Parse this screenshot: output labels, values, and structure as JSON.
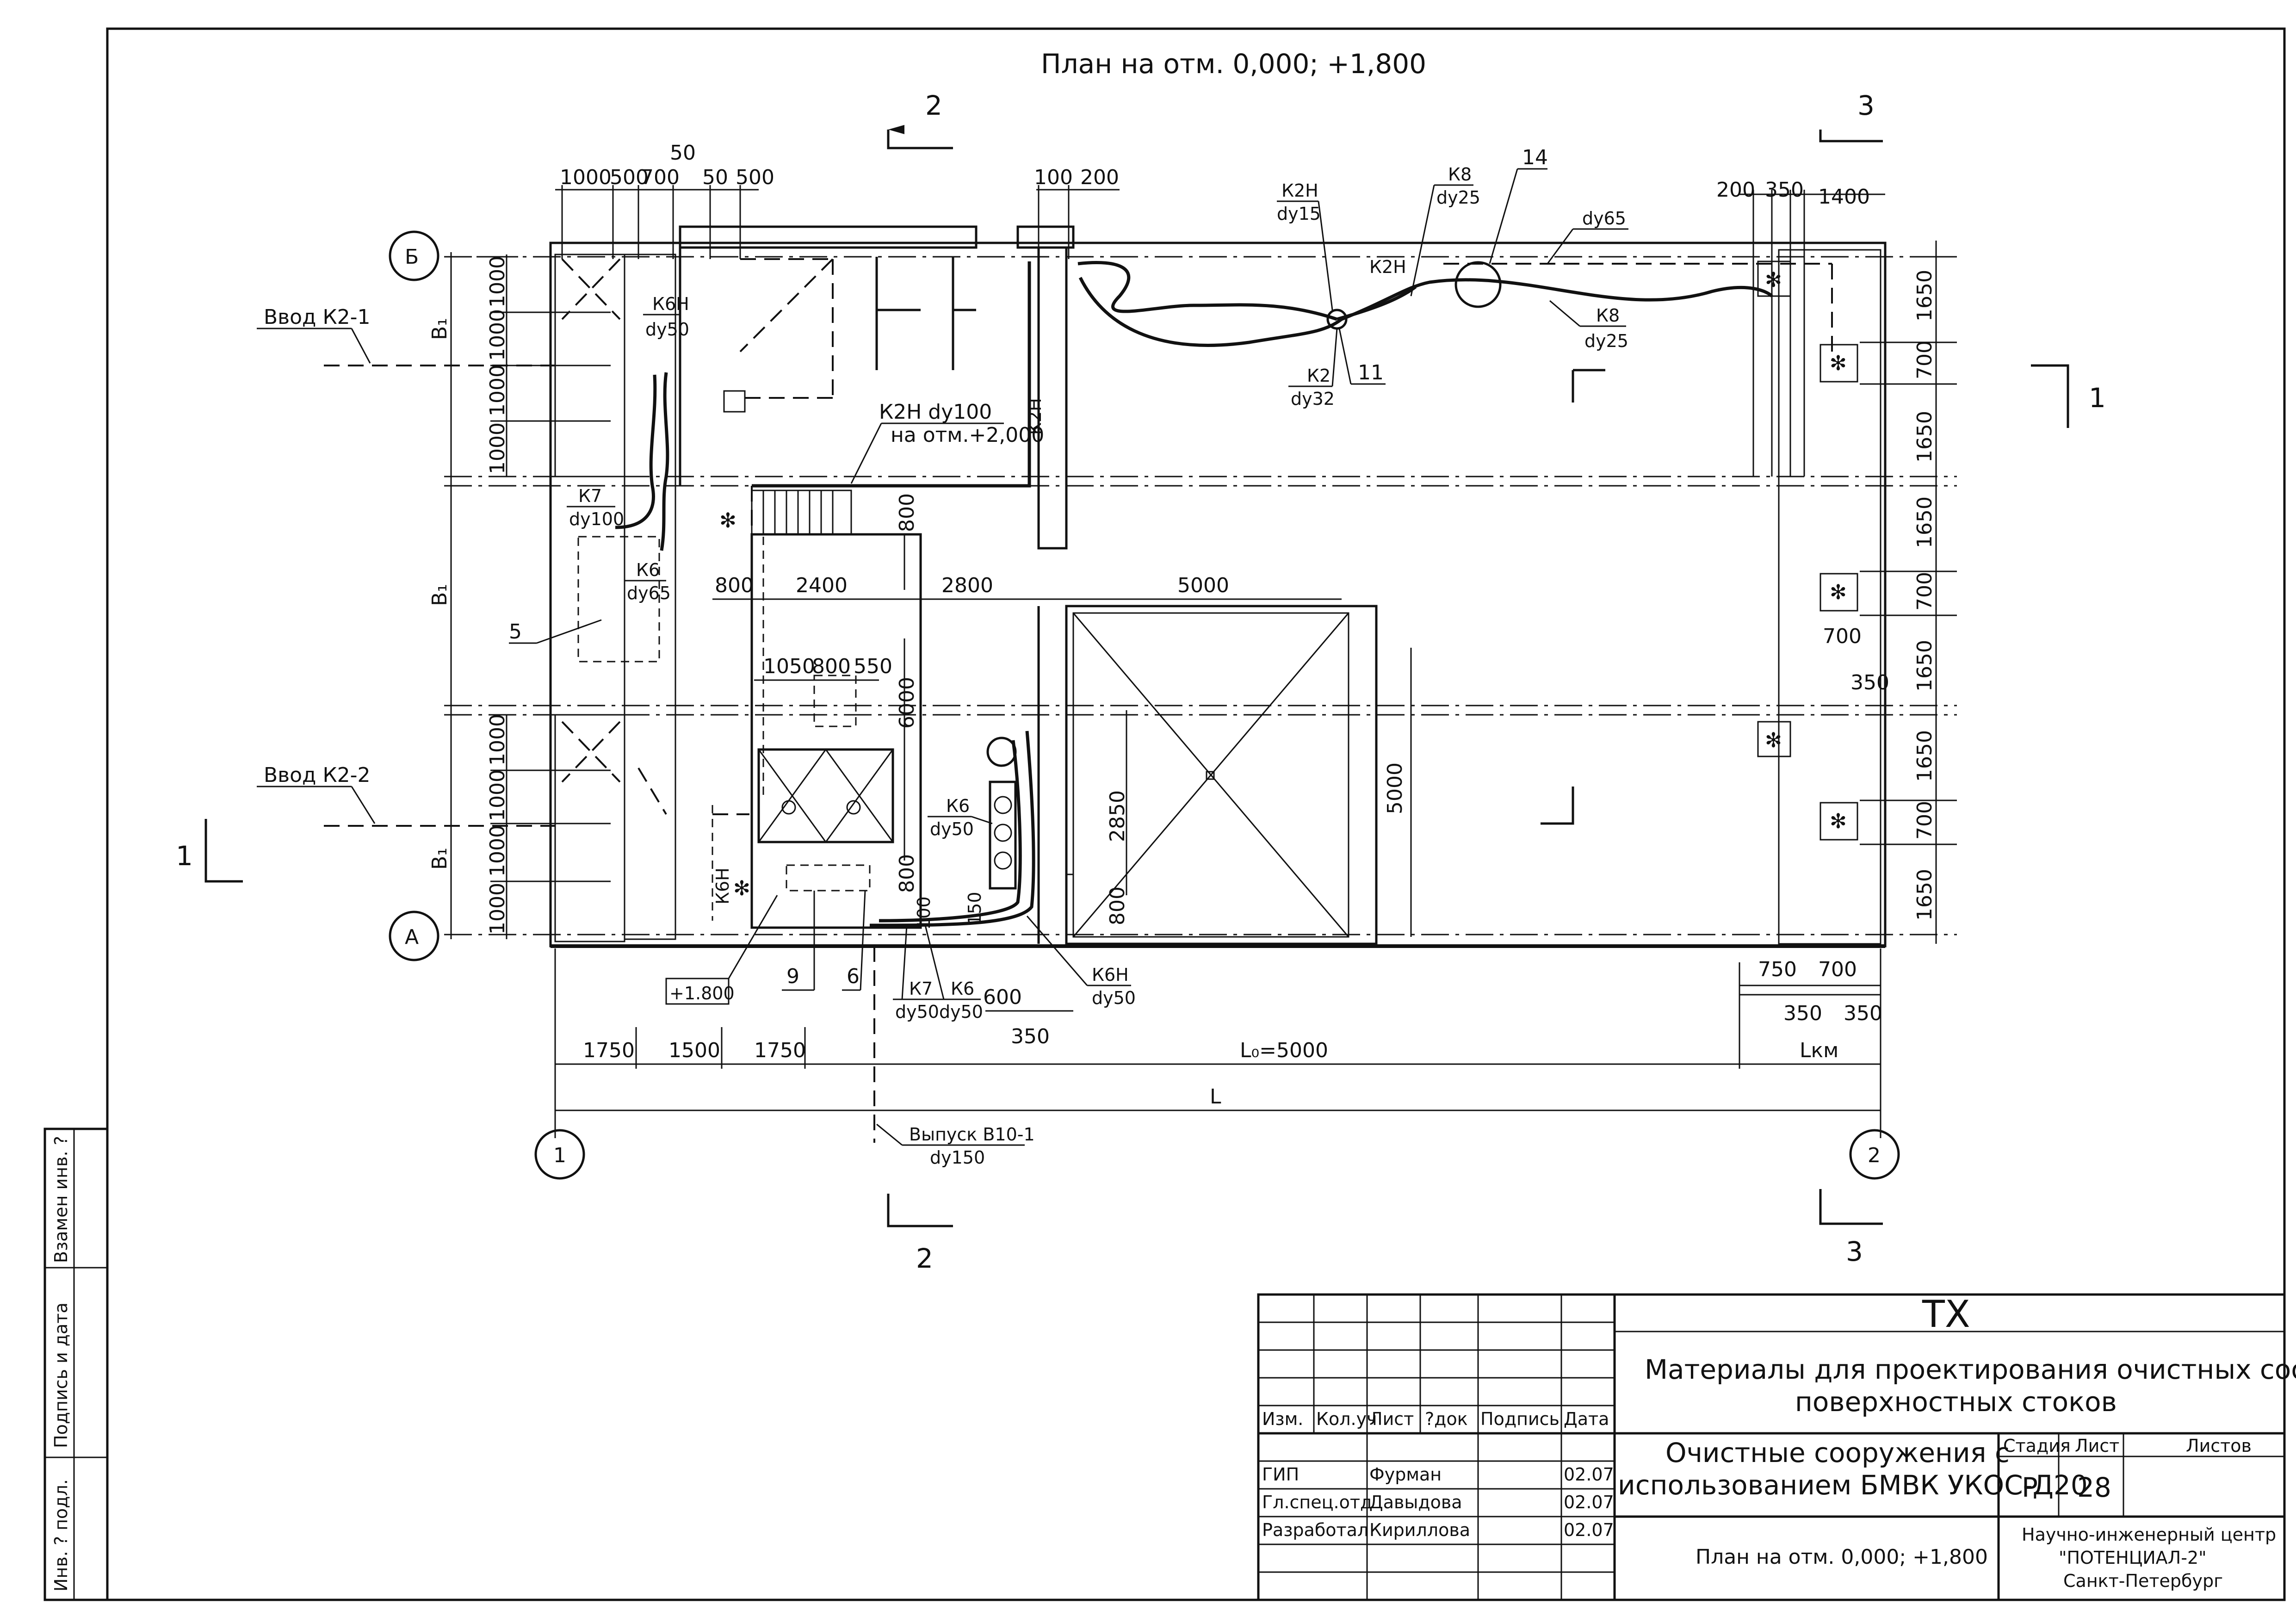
{
  "sheet": {
    "title": "План на отм. 0,000; +1,800",
    "grid_rows": [
      {
        "id": "row-b",
        "label": "Б"
      },
      {
        "id": "row-a",
        "label": "А"
      }
    ],
    "grid_cols": [
      {
        "id": "col-1",
        "label": "1"
      },
      {
        "id": "col-2",
        "label": "2"
      }
    ],
    "sections": {
      "s2_top": "2",
      "s3_top": "3",
      "s1_right": "1",
      "s1_left": "1",
      "s2_bottom": "2",
      "s3_bottom": "3"
    },
    "dims_top": [
      "1000",
      "500",
      "700",
      "50",
      "50",
      "500",
      "100",
      "200",
      "200",
      "350",
      "1400"
    ],
    "dims_left_b": [
      "1000",
      "1000",
      "1000",
      "1000"
    ],
    "dims_left_a": [
      "1000",
      "1000",
      "1000",
      "1000"
    ],
    "b1": "В₁",
    "dims_right": [
      "1650",
      "700",
      "1650",
      "1650",
      "700",
      "1650",
      "1650",
      "700",
      "1650"
    ],
    "dims_inner": {
      "d800a": "800",
      "d2400": "2400",
      "d2800": "2800",
      "d5000a": "5000",
      "d800b": "800",
      "d1050": "1050",
      "d800c": "800",
      "d550": "550",
      "d6000": "6000",
      "d2850": "2850",
      "d800d": "800",
      "d5000b": "5000",
      "d800e": "800",
      "d100": "100",
      "d150": "150",
      "d700r": "700",
      "d350r": "350"
    },
    "dims_bottom": {
      "d1750a": "1750",
      "d1500": "1500",
      "d1750b": "1750",
      "l0": "L₀=5000",
      "lkm": "Lкм",
      "l": "L",
      "d600": "600",
      "d350": "350",
      "d750": "750",
      "d700": "700",
      "d350a": "350",
      "d350b": "350"
    },
    "leaders": {
      "vvod1": "Ввод К2-1",
      "vvod2": "Ввод К2-2",
      "k6n_top": "К6Н",
      "dy50_top": "dy50",
      "k7": "К7",
      "dy100": "dy100",
      "k6": "К6",
      "dy65": "dy65",
      "k2n_dy100": "К2Н dy100",
      "otm2": "на отм.+2,000",
      "k2n_v": "К2Н",
      "k2n_top": "К2Н",
      "dy15": "dy15",
      "k8_top": "К8",
      "dy25_top": "dy25",
      "k2n_mid": "К2Н",
      "dy65_r": "dy65",
      "k8_r": "К8",
      "dy25_r": "dy25",
      "k2": "К2",
      "dy32": "dy32",
      "n14": "14",
      "n11": "11",
      "n5": "5",
      "n9": "9",
      "n6": "6",
      "k6_mid": "К6",
      "dy50_mid": "dy50",
      "k6n_v": "К6Н",
      "otm18": "+1.800",
      "k7_b": "К7",
      "dy50_b1": "dy50",
      "k6_b": "К6",
      "dy50_b2": "dy50",
      "k6n_b": "К6Н",
      "dy50_b3": "dy50",
      "vypusk": "Выпуск В10-1",
      "dy150": "dy150"
    },
    "side_stamp": [
      "Инв. ? подл.",
      "Подпись и дата",
      "Взамен инв. ?"
    ]
  },
  "title_block": {
    "code": "ТХ",
    "project": [
      "Материалы для проектирования очистных сооружений",
      "поверхностных стоков"
    ],
    "object": [
      "Очистные сооружения с",
      "использованием БМВК УКОС-Д20"
    ],
    "sheet_name": "План на отм. 0,000; +1,800",
    "headers": [
      "Изм.",
      "Кол.уч",
      "Лист",
      "?док",
      "Подпись",
      "Дата"
    ],
    "stage_hdr": "Стадия",
    "sheet_hdr": "Лист",
    "sheets_hdr": "Листов",
    "stage": "Р",
    "sheet_no": "28",
    "sheets_total": "",
    "people": [
      {
        "role": "ГИП",
        "name": "Фурман",
        "date": "02.07"
      },
      {
        "role": "Гл.спец.отд",
        "name": "Давыдова",
        "date": "02.07"
      },
      {
        "role": "Разработал",
        "name": "Кириллова",
        "date": "02.07"
      }
    ],
    "org": [
      "Научно-инженерный центр",
      "\"ПОТЕНЦИАЛ-2\"",
      "Санкт-Петербург"
    ]
  }
}
